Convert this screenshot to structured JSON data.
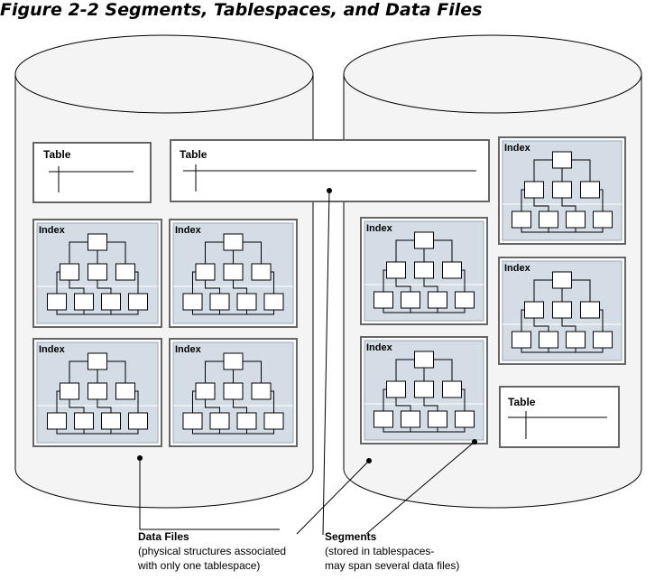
{
  "figure": {
    "title": "Figure 2-2 Segments, Tablespaces, and Data Files"
  },
  "labels": {
    "table": "Table",
    "index": "Index"
  },
  "callouts": {
    "data_files": {
      "title": "Data Files",
      "lines": [
        "(physical structures associated",
        "with only one tablespace)"
      ]
    },
    "segments": {
      "title": "Segments",
      "lines": [
        "(stored in tablespaces-",
        "may span several data files)"
      ]
    }
  },
  "colors": {
    "index_fill": "#d4dde5",
    "cylinder_fill": "#f4f4f4"
  }
}
